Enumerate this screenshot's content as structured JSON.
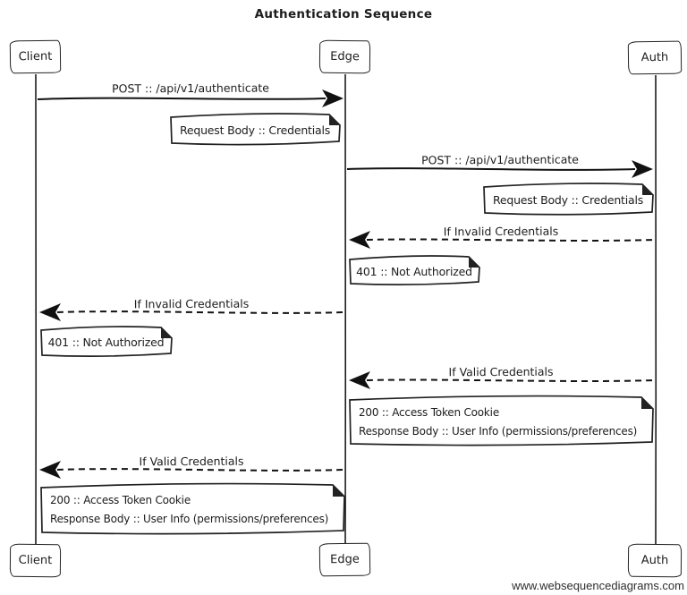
{
  "diagram": {
    "title": "Authentication Sequence",
    "watermark": "www.websequencediagrams.com",
    "style": "hand-drawn sequence diagram",
    "ink_color": "#1c1c1c",
    "background_color": "#ffffff",
    "actors": [
      {
        "label": "Client"
      },
      {
        "label": "Edge"
      },
      {
        "label": "Auth"
      }
    ],
    "messages": [
      {
        "from": "Client",
        "to": "Edge",
        "label": "POST :: /api/v1/authenticate",
        "line": "solid"
      },
      {
        "from": "Edge",
        "to": "Auth",
        "label": "POST :: /api/v1/authenticate",
        "line": "solid"
      },
      {
        "from": "Auth",
        "to": "Edge",
        "label": "If Invalid Credentials",
        "line": "dashed"
      },
      {
        "from": "Edge",
        "to": "Client",
        "label": "If Invalid Credentials",
        "line": "dashed"
      },
      {
        "from": "Auth",
        "to": "Edge",
        "label": "If Valid Credentials",
        "line": "dashed"
      },
      {
        "from": "Edge",
        "to": "Client",
        "label": "If Valid Credentials",
        "line": "dashed"
      }
    ],
    "notes": [
      {
        "lines": [
          "Request Body :: Credentials"
        ]
      },
      {
        "lines": [
          "Request Body :: Credentials"
        ]
      },
      {
        "lines": [
          "401 :: Not Authorized"
        ]
      },
      {
        "lines": [
          "401 :: Not Authorized"
        ]
      },
      {
        "lines": [
          "200 :: Access Token Cookie",
          "Response Body :: User Info (permissions/preferences)"
        ]
      },
      {
        "lines": [
          "200 :: Access Token Cookie",
          "Response Body :: User Info (permissions/preferences)"
        ]
      }
    ]
  }
}
